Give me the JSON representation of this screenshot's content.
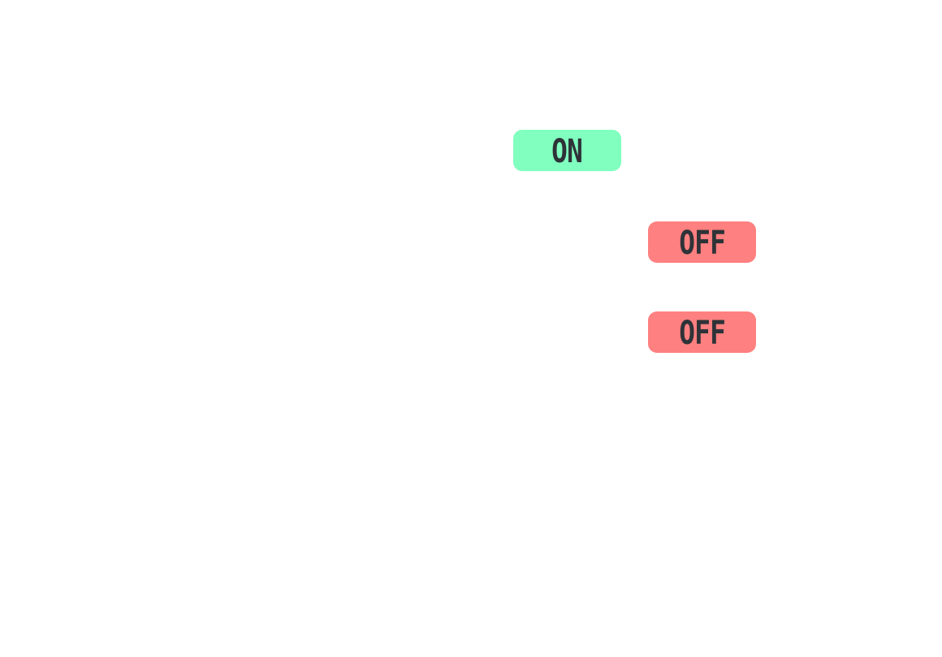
{
  "toggles": [
    {
      "label": "ON",
      "state": "on",
      "color": "#80ffbf"
    },
    {
      "label": "OFF",
      "state": "off",
      "color": "#ff8080"
    },
    {
      "label": "OFF",
      "state": "off",
      "color": "#ff8080"
    }
  ],
  "colors": {
    "background": "#ffffff",
    "on": "#80ffbf",
    "off": "#ff8080",
    "label_text": "#2e3338"
  }
}
